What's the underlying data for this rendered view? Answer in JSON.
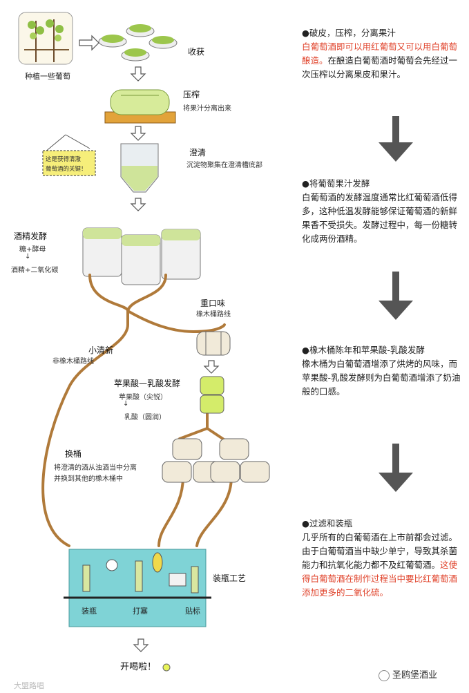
{
  "left": {
    "plant_label": "种植一些葡萄",
    "harvest_label": "收获",
    "press_title": "压榨",
    "press_sub": "将果汁分离出来",
    "settle_title": "澄清",
    "settle_sub": "沉淀物聚集在澄清槽底部",
    "sign_text_1": "这是获得清澈",
    "sign_text_2": "葡萄酒的关键！",
    "ferment_title": "酒精发酵",
    "ferment_line1": "糖+酵母",
    "ferment_arrow": "↓",
    "ferment_line2": "酒精+二氧化碳",
    "route_heavy_1": "重口味",
    "route_heavy_2": "橡木桶路线",
    "route_fresh_1": "小清新",
    "route_fresh_2": "非橡木桶路线",
    "malo_title": "苹果酸—乳酸发酵",
    "malo_line1": "苹果酸（尖锐）",
    "malo_arrow": "↓",
    "malo_line2": "乳酸（圆润）",
    "rack_title": "换桶",
    "rack_line1": "将澄清的酒从浊酒当中分离",
    "rack_line2": "并换到其他的橡木桶中",
    "bottling_title": "装瓶工艺",
    "station_1": "装瓶",
    "station_2": "打塞",
    "station_3": "贴标",
    "end_label": "开喝啦！",
    "watermark_left": "大盟路唱"
  },
  "steps": [
    {
      "title": "●破皮，压榨，分离果汁",
      "red_text": "白葡萄酒即可以用红葡萄又可以用白葡萄酿造。",
      "text": "在酿造白葡萄酒时葡萄会先经过一次压榨以分离果皮和果汁。"
    },
    {
      "title": "●将葡萄果汁发酵",
      "text": "白葡萄酒的发酵温度通常比红葡萄酒低得多，这种低温发酵能够保证葡萄酒的新鲜果香不受损失。发酵过程中，每一份糖转化成两份酒精。"
    },
    {
      "title": "●橡木桶陈年和苹果酸-乳酸发酵",
      "text": "橡木桶为白葡萄酒增添了烘烤的风味，而苹果酸-乳酸发酵则为白葡萄酒增添了奶油般的口感。"
    },
    {
      "title": "●过滤和装瓶",
      "text": "几乎所有的白葡萄酒在上市前都会过滤。由于白葡萄酒当中缺少单宁，导致其杀菌能力和抗氧化能力都不及红葡萄酒。",
      "red_text": "这使得白葡萄酒在制作过程当中要比红葡萄酒添加更多的二氧化硫。"
    }
  ],
  "brand": "圣鸥堡酒业",
  "colors": {
    "pipe": "#b07a3a",
    "green": "#b9d96a",
    "teal": "#7fd3d6",
    "arrow": "#555555",
    "red_text": "#e0432b"
  }
}
